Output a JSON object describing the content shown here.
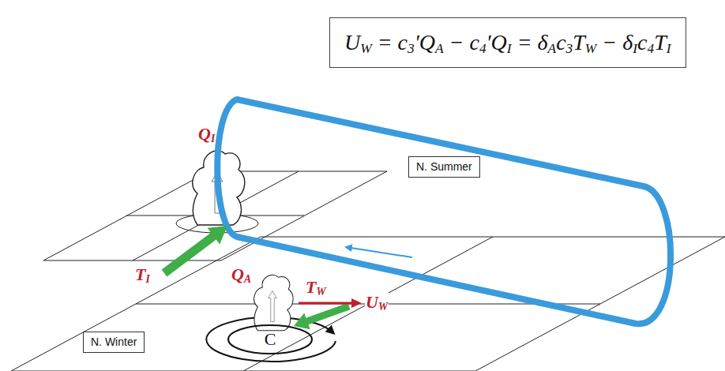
{
  "diagram": {
    "nodes": [
      {
        "text": [
          "UW = c3'QA − c4'QI = δAc3TW − δIc4TI"
        ]
      },
      {
        "text": [
          "N. Summer"
        ]
      },
      {
        "text": [
          "N. Winter"
        ]
      },
      {
        "text": [
          "C"
        ]
      }
    ],
    "labels": [
      "QI",
      "QA",
      "TI",
      "TW",
      "UW"
    ]
  }
}
